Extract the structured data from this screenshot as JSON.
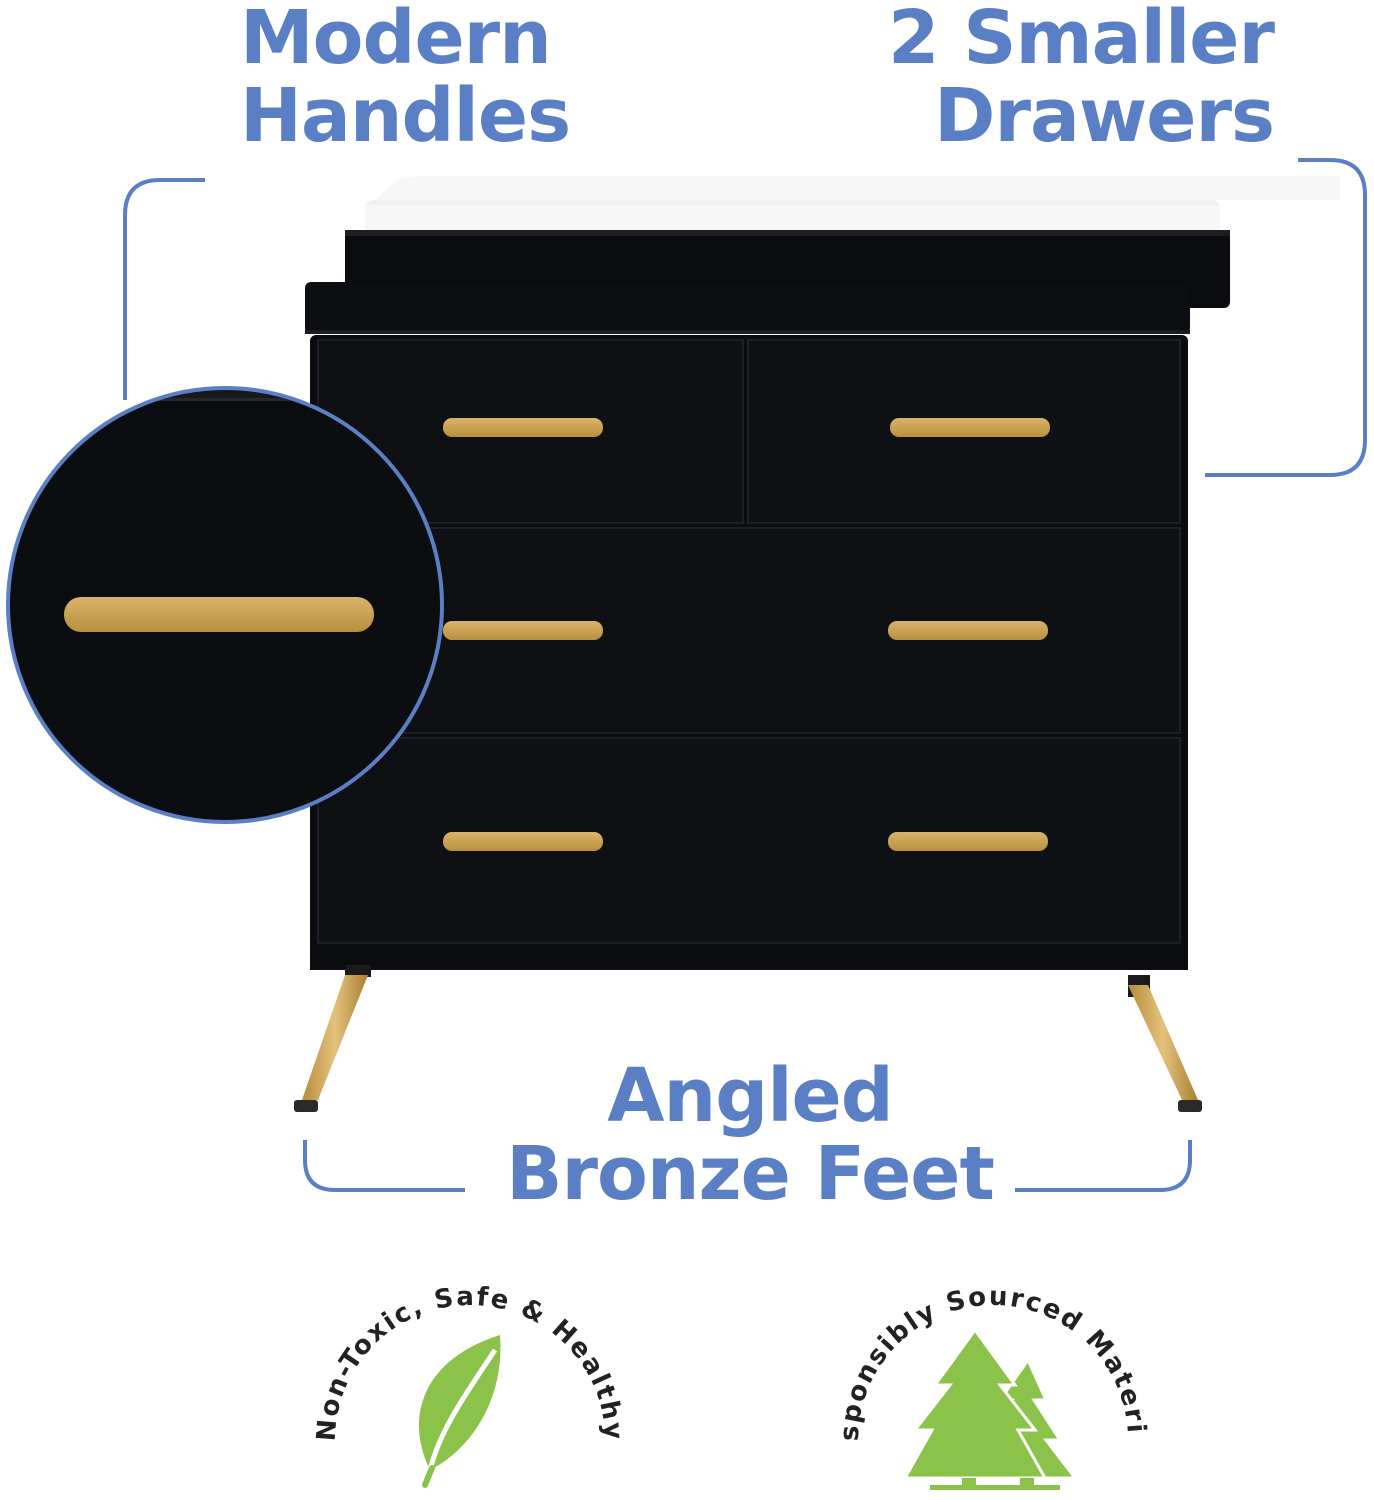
{
  "callouts": {
    "handles": {
      "line1": "Modern",
      "line2": "Handles"
    },
    "drawers": {
      "line1": "2 Smaller",
      "line2": "Drawers"
    },
    "feet": {
      "line1": "Angled",
      "line2": "Bronze Feet"
    }
  },
  "badges": {
    "nontoxic": {
      "text": "Non-Toxic, Safe & Healthy",
      "icon": "leaf-icon"
    },
    "sourced": {
      "text": "Responsibly Sourced Materials",
      "icon": "trees-icon"
    }
  },
  "colors": {
    "accent_blue": "#5b7fc4",
    "dresser_black": "#0b0c10",
    "brass": "#c9a252",
    "badge_green": "#8bc34a"
  }
}
